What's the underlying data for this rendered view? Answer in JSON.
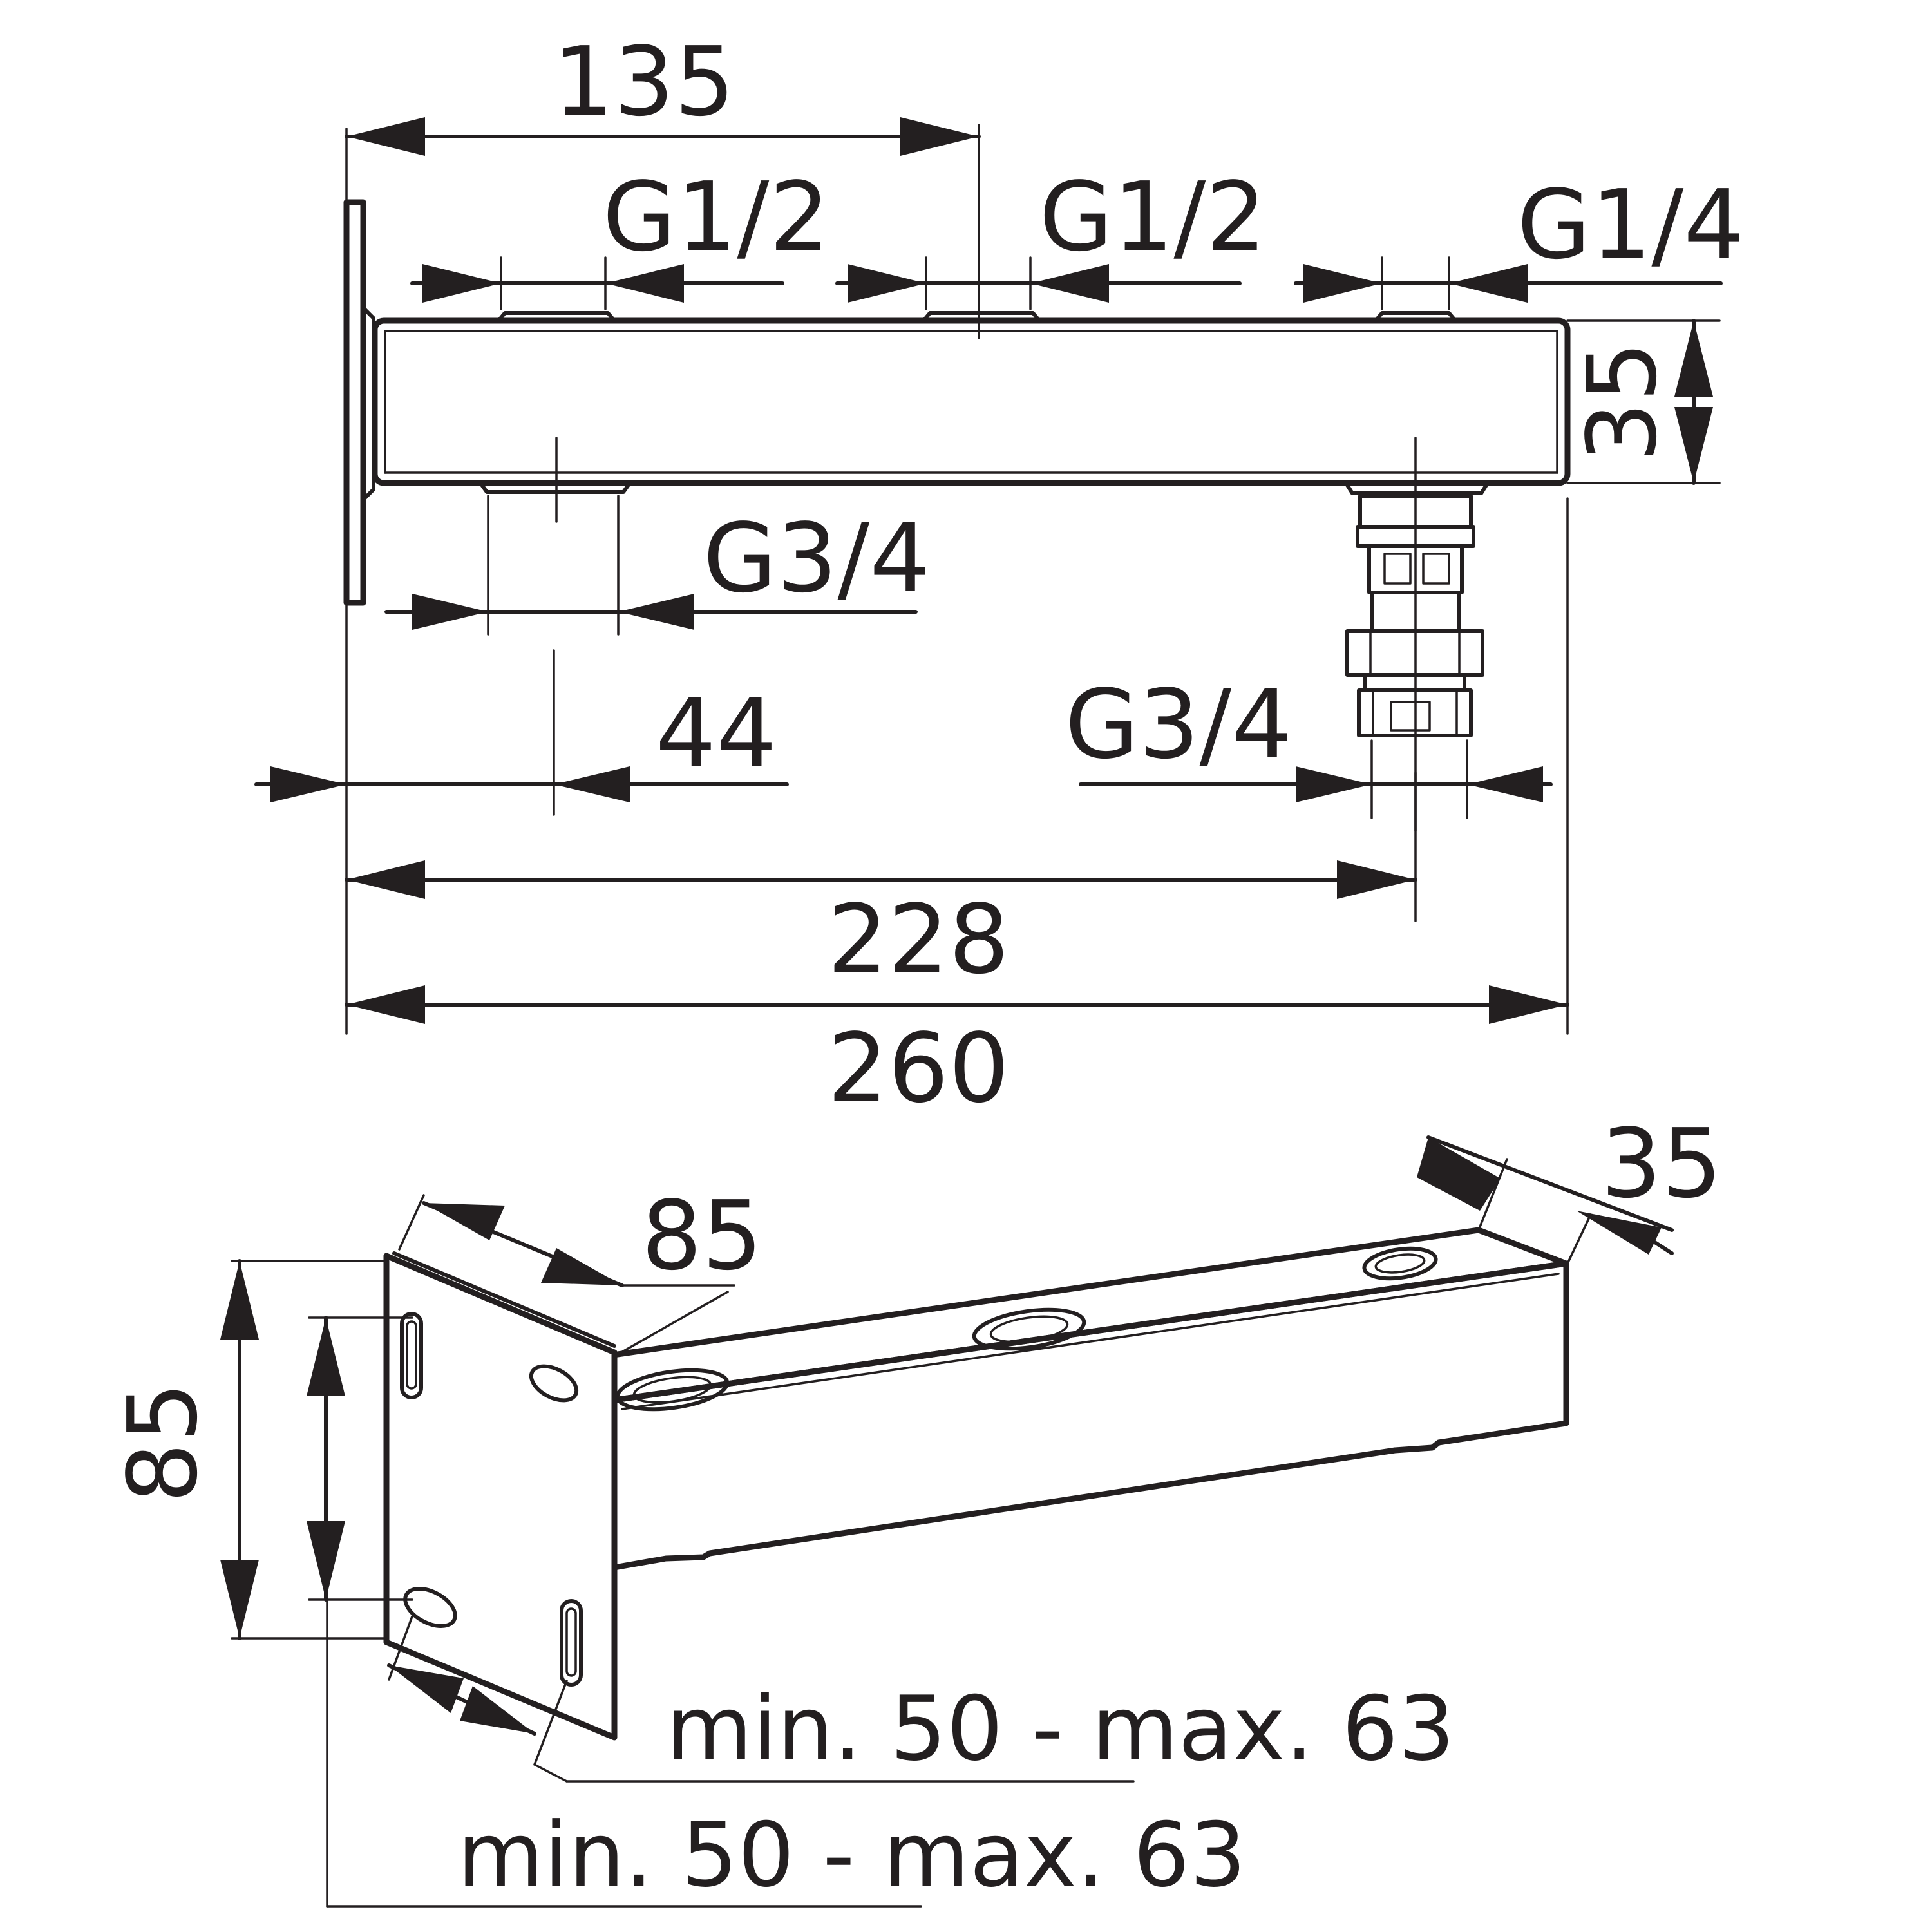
{
  "side_view": {
    "dim_offset_left": "135",
    "thread_top_left": "G1/2",
    "thread_top_middle": "G1/2",
    "thread_top_right": "G1/4",
    "bar_height": "35",
    "thread_bottom_left": "G3/4",
    "offset_bottom": "44",
    "thread_bottom_right": "G3/4",
    "length_to_outlet": "228",
    "total_length": "260"
  },
  "perspective_view": {
    "plate_height": "85",
    "plate_width": "85",
    "bar_width": "35",
    "hole_spacing_horizontal": "min. 50 - max. 63",
    "hole_spacing_vertical": "min. 50 - max. 63"
  }
}
